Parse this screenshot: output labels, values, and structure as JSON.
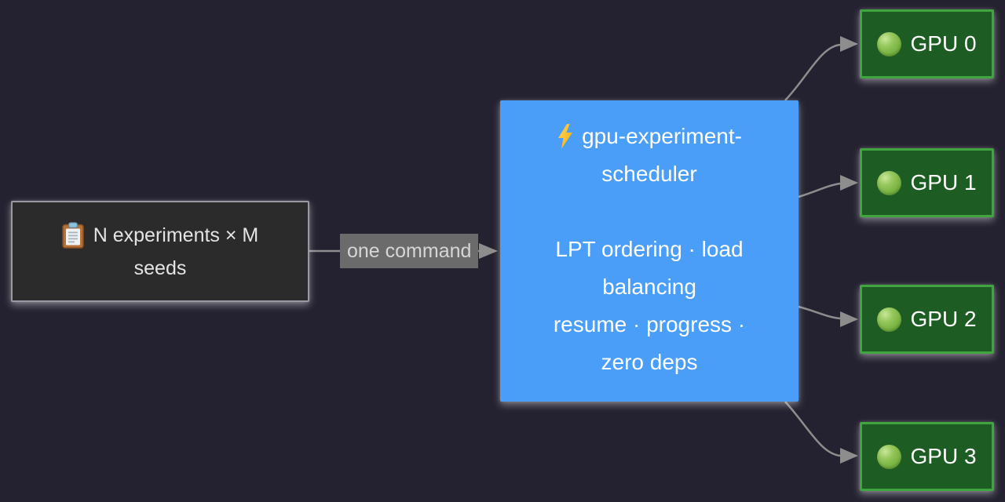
{
  "colors": {
    "background": "#242230",
    "input_fill": "#2b2b2b",
    "input_border": "#9a99a3",
    "scheduler_fill": "#4a9ef8",
    "gpu_fill": "#1d5c22",
    "gpu_border": "#3fa63f",
    "gpu_dot_green": "#79b544",
    "edge_stroke": "#8d8d8d",
    "edge_label_bg": "#6b6b6b",
    "input_text": "#e4e4e4",
    "node_text": "#ffffff"
  },
  "input_node": {
    "icon": "clipboard-icon",
    "line1": "N experiments × M",
    "line2": "seeds"
  },
  "edge": {
    "label": "one command"
  },
  "scheduler_node": {
    "icon": "lightning-icon",
    "title_line1": "gpu-experiment-",
    "title_line2": "scheduler",
    "body_line1": "LPT ordering · load",
    "body_line2": "balancing",
    "body_line3": "resume · progress ·",
    "body_line4": "zero deps"
  },
  "gpu_nodes": [
    {
      "label": "GPU 0"
    },
    {
      "label": "GPU 1"
    },
    {
      "label": "GPU 2"
    },
    {
      "label": "GPU 3"
    }
  ]
}
